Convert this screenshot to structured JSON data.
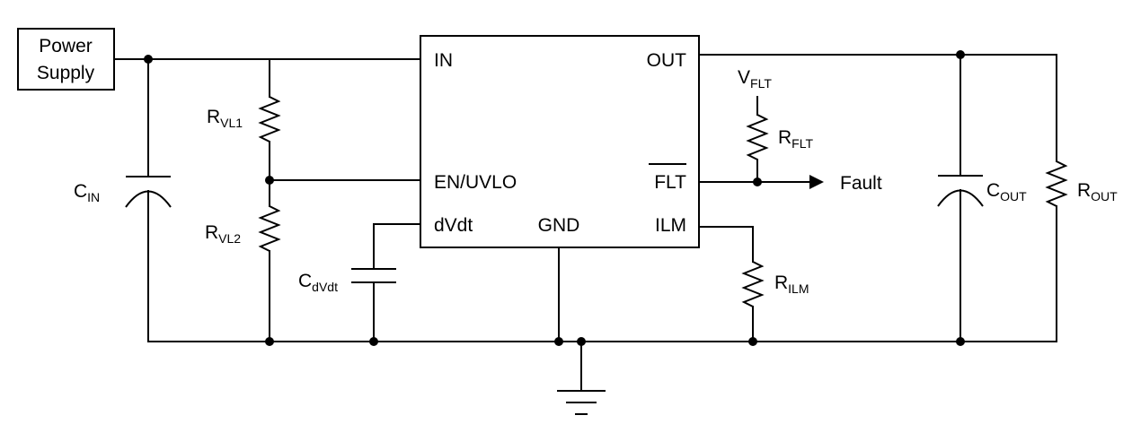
{
  "power_supply": {
    "line1": "Power",
    "line2": "Supply"
  },
  "ic": {
    "pins": {
      "in": "IN",
      "en_uvlo": "EN/UVLO",
      "dvdt": "dVdt",
      "gnd": "GND",
      "out": "OUT",
      "flt": "FLT",
      "ilm": "ILM"
    }
  },
  "components": {
    "cin": {
      "main": "C",
      "sub": "IN"
    },
    "rvl1": {
      "main": "R",
      "sub": "VL1"
    },
    "rvl2": {
      "main": "R",
      "sub": "VL2"
    },
    "cdvdt": {
      "main": "C",
      "sub": "dVdt"
    },
    "vflt": {
      "main": "V",
      "sub": "FLT"
    },
    "rflt": {
      "main": "R",
      "sub": "FLT"
    },
    "rilm": {
      "main": "R",
      "sub": "ILM"
    },
    "cout": {
      "main": "C",
      "sub": "OUT"
    },
    "rout": {
      "main": "R",
      "sub": "OUT"
    }
  },
  "fault_label": "Fault"
}
